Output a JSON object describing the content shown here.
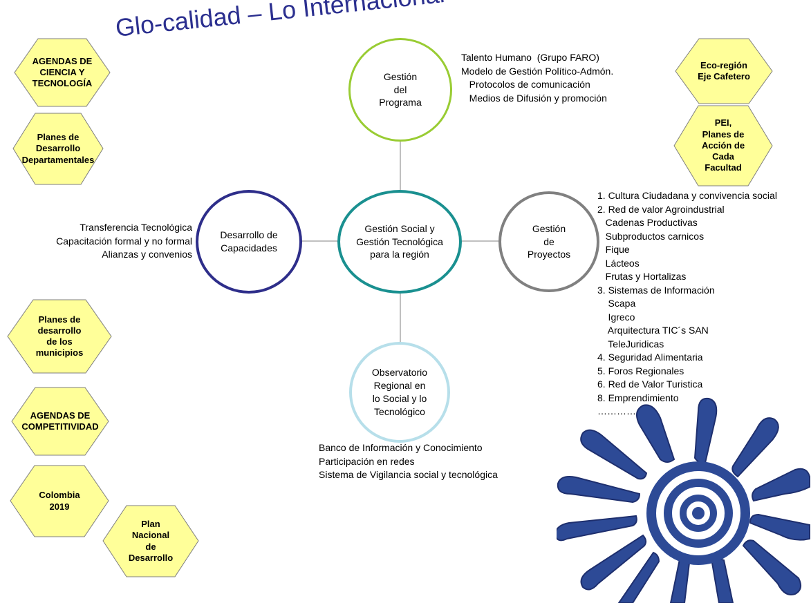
{
  "title": "Glo-calidad – Lo Internacional",
  "center": "Gestión Social y\nGestión Tecnológica\npara  la región",
  "nodes": {
    "programa": "Gestión\ndel\nPrograma",
    "proyectos": "Gestión\nde\nProyectos",
    "capacidades": "Desarrollo de\nCapacidades",
    "observatorio": "Observatorio\nRegional en\nlo Social y lo\nTecnológico"
  },
  "notes": {
    "programa": [
      "Talento Humano  (Grupo FARO)",
      "Modelo de Gestión Político-Admón.",
      "   Protocolos de comunicación",
      "   Medios de Difusión y promoción"
    ],
    "capacidades": [
      "Transferencia Tecnológica",
      "Capacitación formal y no formal",
      "Alianzas y convenios"
    ],
    "observatorio": [
      "Banco de Información y Conocimiento",
      "Participación en redes",
      "Sistema de Vigilancia social y tecnológica"
    ],
    "proyectos": [
      "1. Cultura Ciudadana y convivencia social",
      "2. Red de valor Agroindustrial",
      "   Cadenas Productivas",
      "   Subproductos carnicos",
      "   Fique",
      "   Lácteos",
      "   Frutas y Hortalizas",
      "3. Sistemas de Información",
      "    Scapa",
      "    Igreco",
      "    Arquitectura TIC´s SAN",
      "    TeleJuridicas",
      "4. Seguridad Alimentaria",
      "5. Foros Regionales",
      "6. Red de Valor Turistica",
      "8. Emprendimiento",
      "………………."
    ]
  },
  "hexagons": {
    "agendas_ciencia": "AGENDAS DE\nCIENCIA Y\nTECNOLOGÍA",
    "planes_departamentales": "Planes de\nDesarrollo\nDepartamentales",
    "planes_municipios": "Planes de\ndesarrollo\nde los\nmunicipios",
    "agendas_competitividad": "AGENDAS DE\nCOMPETITIVIDAD",
    "colombia_2019": "Colombia\n2019",
    "plan_nacional": "Plan\nNacional\nde\nDesarrollo",
    "eco_region": "Eco-región\nEje Cafetero",
    "pei": "PEI,\nPlanes de\nAcción de\nCada\nFacultad"
  },
  "colors": {
    "hex_fill": "#ffff99",
    "hex_stroke": "#7f7f7f",
    "title": "#2b2f8f",
    "programa": "#99cc33",
    "proyectos": "#808080",
    "capacidades": "#2e2e8a",
    "observatorio": "#b7dfea",
    "center": "#1a9090",
    "sun": "#2d4a96"
  }
}
